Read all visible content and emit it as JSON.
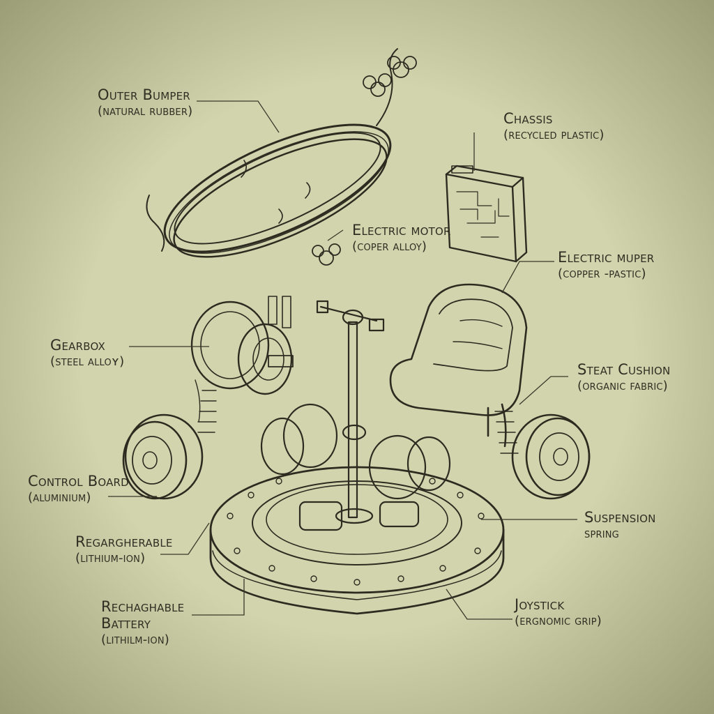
{
  "labels": {
    "outer_bumper": {
      "name": "Outer Bumper",
      "material": "(natural rubber)"
    },
    "chassis": {
      "name": "Chassis",
      "material": "(recycled plastic)"
    },
    "electric_motor": {
      "name": "Electric motor",
      "material": "(coper alloy)"
    },
    "electric_muper": {
      "name": "Electric muper",
      "material": "(copper -pastic)"
    },
    "gearbox": {
      "name": "Gearbox",
      "material": "(steel alloʏ)"
    },
    "steat_cushion": {
      "name": "Steat Cushion",
      "material": "(organic fabric)"
    },
    "control_board": {
      "name": "Control Board",
      "material": "(aluminium)"
    },
    "suspension": {
      "name": "Suspension",
      "material": "spring"
    },
    "regargherable": {
      "name": "Regargherable",
      "material": "(lithium-ion)"
    },
    "rechaghable_battery": {
      "name": "Rechaghable",
      "name2": "Battery",
      "material": "(lithilm-ion)"
    },
    "joystick": {
      "name": "Joystick",
      "material": "(ergnomic grip)"
    }
  },
  "colors": {
    "paper": "#c9cba4",
    "ink": "#2c2b20",
    "label_text": "#2f2e22"
  }
}
